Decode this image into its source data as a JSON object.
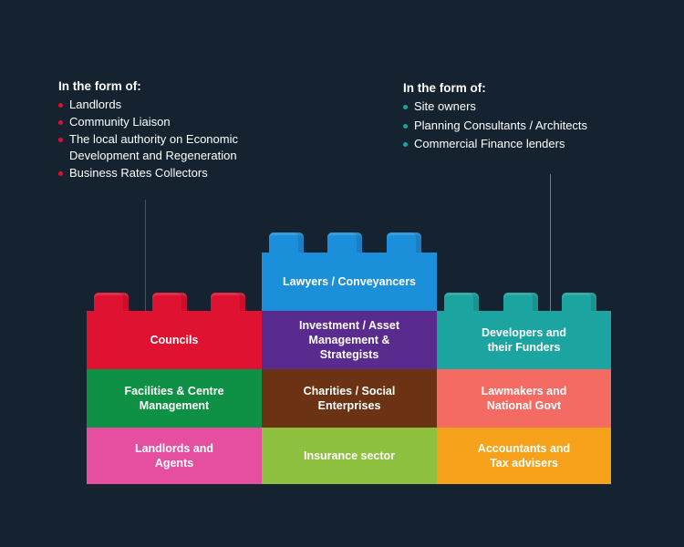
{
  "legends": {
    "left": {
      "title": "In the form of:",
      "items": [
        "Landlords",
        "Community Liaison",
        "The local authority on Economic Development and Regeneration",
        "Business Rates Collectors"
      ]
    },
    "right": {
      "title": "In the form of:",
      "items": [
        "Site owners",
        "Planning Consultants / Architects",
        "Commercial Finance lenders"
      ]
    }
  },
  "blocks": {
    "lawyers": "Lawyers / Conveyancers",
    "councils": "Councils",
    "investment": "Investment / Asset Management & Strategists",
    "developers": "Developers and their Funders",
    "facilities": "Facilities & Centre Management",
    "charities": "Charities / Social Enterprises",
    "lawmakers": "Lawmakers and National Govt",
    "landlords": "Landlords and Agents",
    "insurance": "Insurance sector",
    "accountants": "Accountants and Tax advisers"
  },
  "colors": {
    "background": "#15222f",
    "councils_red": "#df1232",
    "lawyers_blue": "#1b8fd9",
    "investment_purple": "#5a2b8e",
    "developers_teal": "#1ba4a0",
    "facilities_green": "#0f9145",
    "charities_brown": "#6b3213",
    "lawmakers_salmon": "#f36b63",
    "landlords_pink": "#e64fa0",
    "insurance_lime": "#8dc13f",
    "accountants_orange": "#f7a21b"
  }
}
